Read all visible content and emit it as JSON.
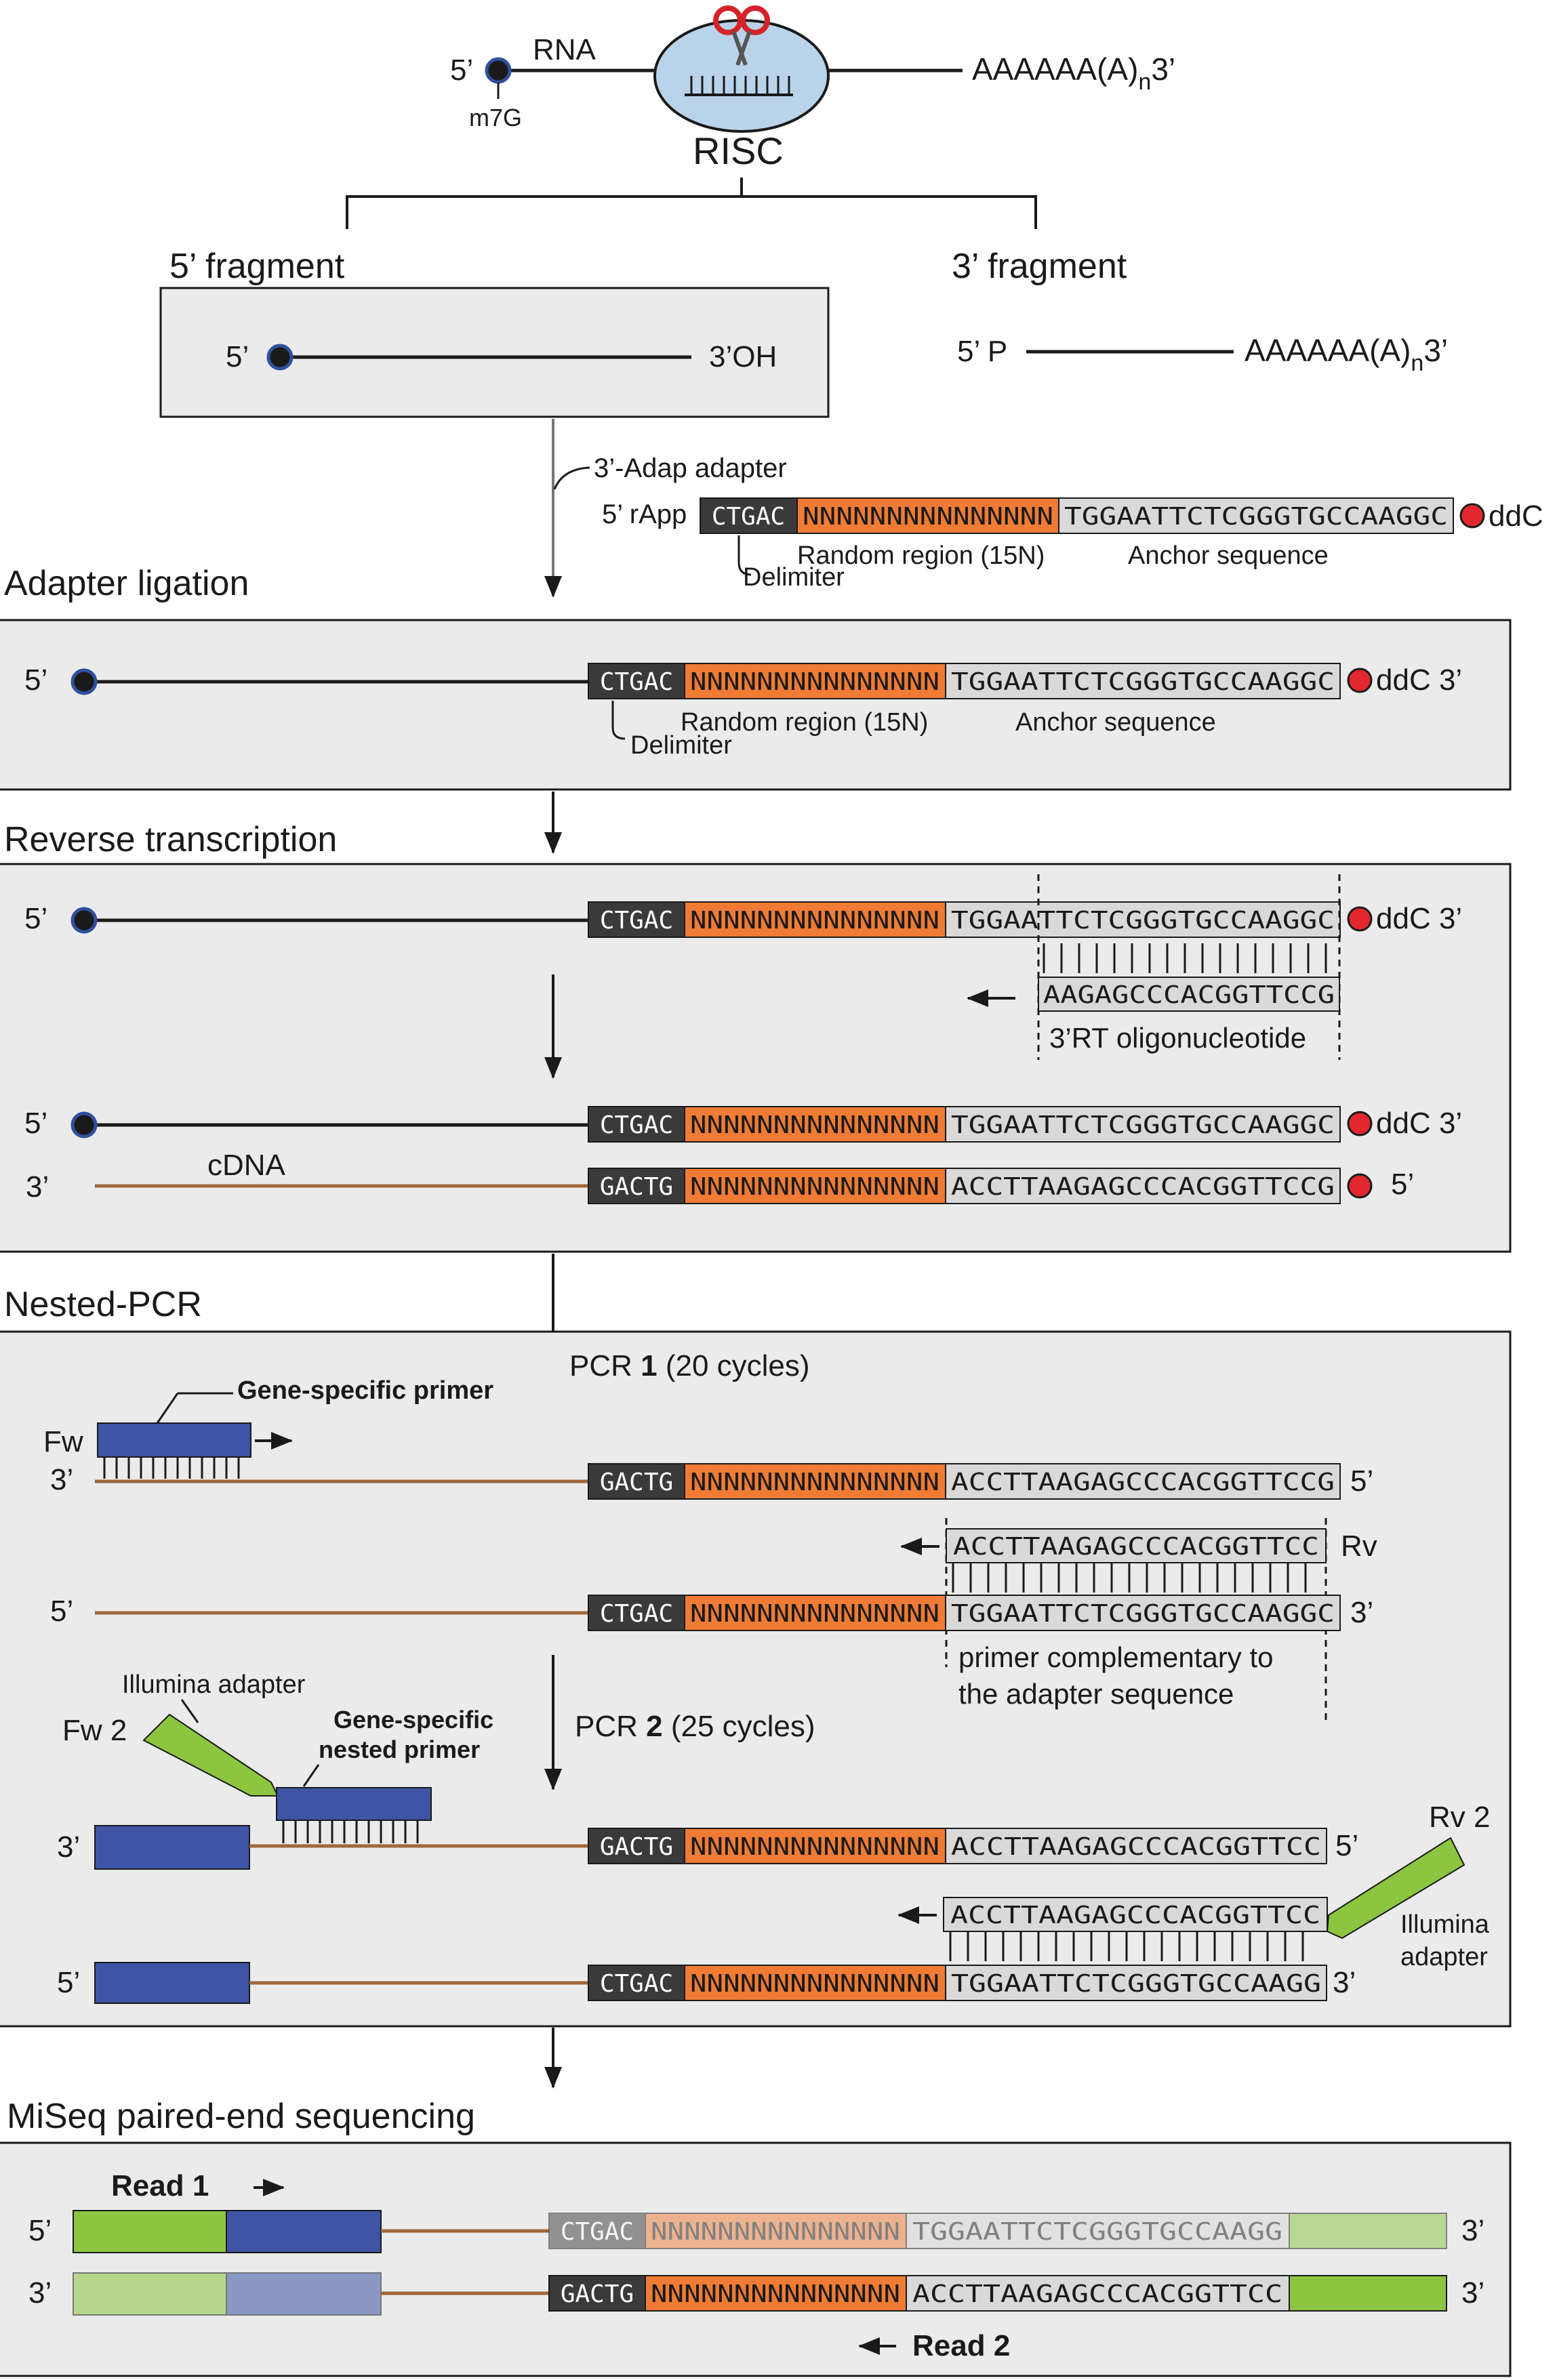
{
  "top": {
    "five_prime": "5’",
    "rna": "RNA",
    "m7g": "m7G",
    "polyA": "AAAAAA(A)",
    "n": "n",
    "three_prime": "3’",
    "risc": "RISC"
  },
  "fragments": {
    "five_frag_title": "5’ fragment",
    "three_frag_title": "3’ fragment",
    "five_end": "5’",
    "oh_end": "3’OH",
    "p_end": "5’ P",
    "polyA": "AAAAAA(A)",
    "n": "n",
    "three_end": "3’"
  },
  "adapter": {
    "title": "3’-Adap adapter",
    "rapp": "5’ rApp",
    "ddc": "ddC",
    "delimiter": "Delimiter",
    "random_label": "Random region (15N)",
    "anchor_label": "Anchor sequence"
  },
  "seqs": {
    "delim_fwd": "CTGAC",
    "delim_rev": "GACTG",
    "random": "NNNNNNNNNNNNNNN",
    "anchor": "TGGAATTCTCGGGTGCCAAGGC",
    "anchor_nc": "TGGAATTCTCGGGTGCCAAGG",
    "anchor_rev": "ACCTTAAGAGCCCACGGTTCCG",
    "anchor_rev_nc": "ACCTTAAGAGCCCACGGTTCC",
    "rt_oligo": "AAGAGCCCACGGTTCCG"
  },
  "sections": {
    "ligation": "Adapter ligation",
    "rt": "Reverse transcription",
    "pcr": "Nested-PCR",
    "miseq": "MiSeq paired-end sequencing"
  },
  "labels": {
    "five": "5’",
    "three": "3’",
    "ddc3": "ddC 3’",
    "cdna": "cDNA",
    "rt_oligo_label": "3’RT oligonucleotide",
    "pcr1_pre": "PCR ",
    "pcr1_num": "1",
    "pcr1_post": " (20 cycles)",
    "pcr2_pre": "PCR ",
    "pcr2_num": "2",
    "pcr2_post": " (25 cycles)",
    "gene_primer": "Gene-specific primer",
    "fw": "Fw",
    "rv": "Rv",
    "primer_comp_1": "primer complementary to",
    "primer_comp_2": "the adapter sequence",
    "illumina_adapter": "Illumina adapter",
    "fw2": "Fw 2",
    "nested_1": "Gene-specific",
    "nested_2": "nested primer",
    "rv2": "Rv 2",
    "illumina_1": "Illumina",
    "illumina_2": "adapter",
    "read1": "Read 1",
    "read2": "Read 2"
  },
  "colors": {
    "panel": "#ebebeb",
    "delimiter": "#3a3a3a",
    "random": "#ef7b34",
    "anchor": "#d9d9d9",
    "cdna": "#a0673a",
    "primer": "#3e55a6",
    "illumina": "#8cc540",
    "red_cap": "#e0282e",
    "risc": "#b9d3ea"
  }
}
